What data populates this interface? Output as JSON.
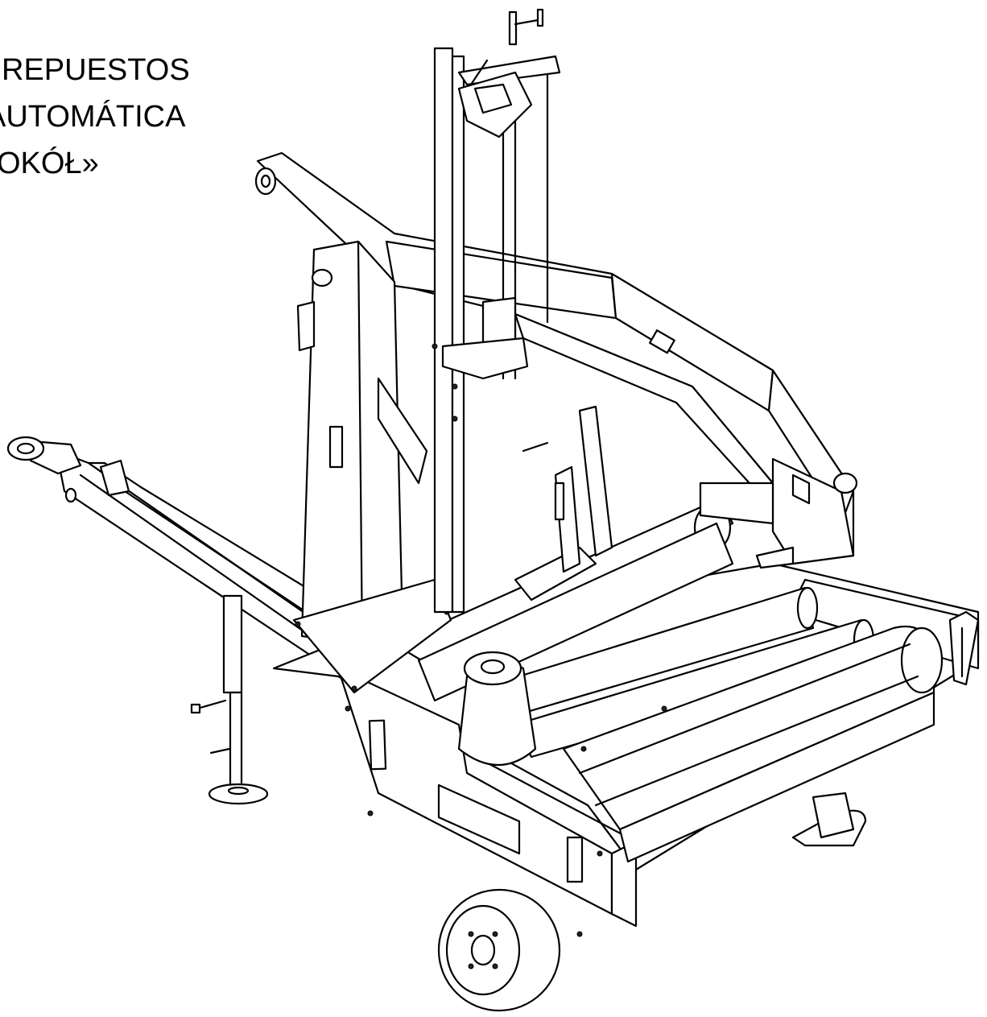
{
  "title": {
    "lines": [
      "REPUESTOS",
      "AUTOMÁTICA",
      "OKÓŁ»"
    ]
  }
}
